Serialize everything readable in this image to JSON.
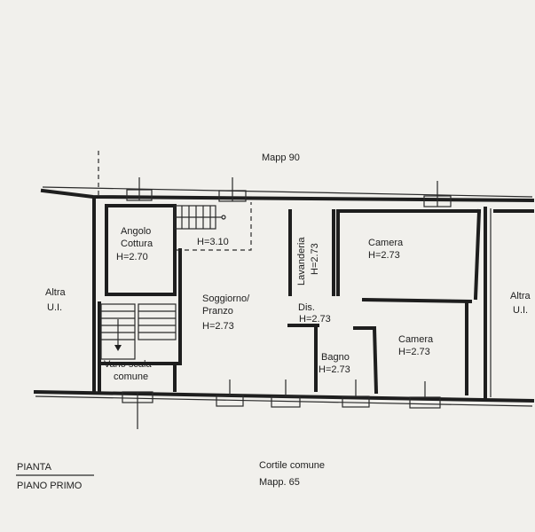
{
  "neighbors": {
    "top": "Mapp  90",
    "left": [
      "Altra",
      "U.I."
    ],
    "right": [
      "Altra",
      "U.I."
    ],
    "bottom": [
      "Cortile comune",
      "Mapp. 65"
    ]
  },
  "rooms": {
    "angolo_cottura": [
      "Angolo",
      "Cottura",
      "H=2.70"
    ],
    "stair_landing": "H=3.10",
    "soggiorno": [
      "Soggiorno/",
      "Pranzo",
      "H=2.73"
    ],
    "lavanderia": [
      "Lavanderia",
      "H=2.73"
    ],
    "camera_1": [
      "Camera",
      "H=2.73"
    ],
    "dis": [
      "Dis.",
      "H=2.73"
    ],
    "camera_2": [
      "Camera",
      "H=2.73"
    ],
    "bagno": [
      "Bagno",
      "H=2.73"
    ],
    "vano_scala": [
      "Vano scala",
      "comune"
    ]
  },
  "caption": {
    "title": "PIANTA",
    "subtitle": "PIANO PRIMO"
  }
}
